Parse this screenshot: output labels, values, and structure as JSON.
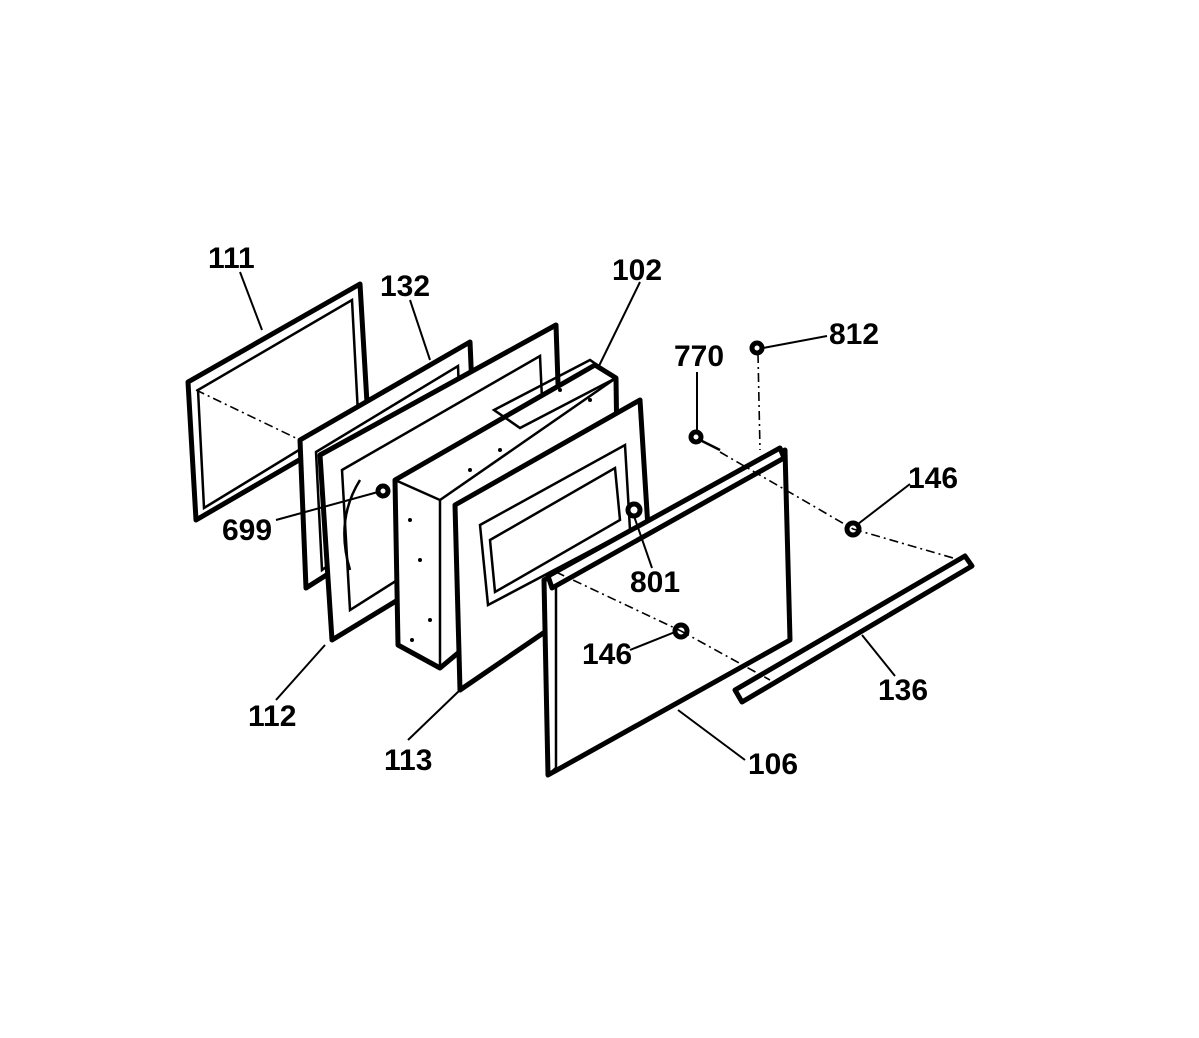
{
  "diagram": {
    "labels": {
      "p111": "111",
      "p132": "132",
      "p102": "102",
      "p770": "770",
      "p812": "812",
      "p146a": "146",
      "p699": "699",
      "p801": "801",
      "p146b": "146",
      "p112": "112",
      "p136": "136",
      "p113": "113",
      "p106": "106"
    }
  }
}
